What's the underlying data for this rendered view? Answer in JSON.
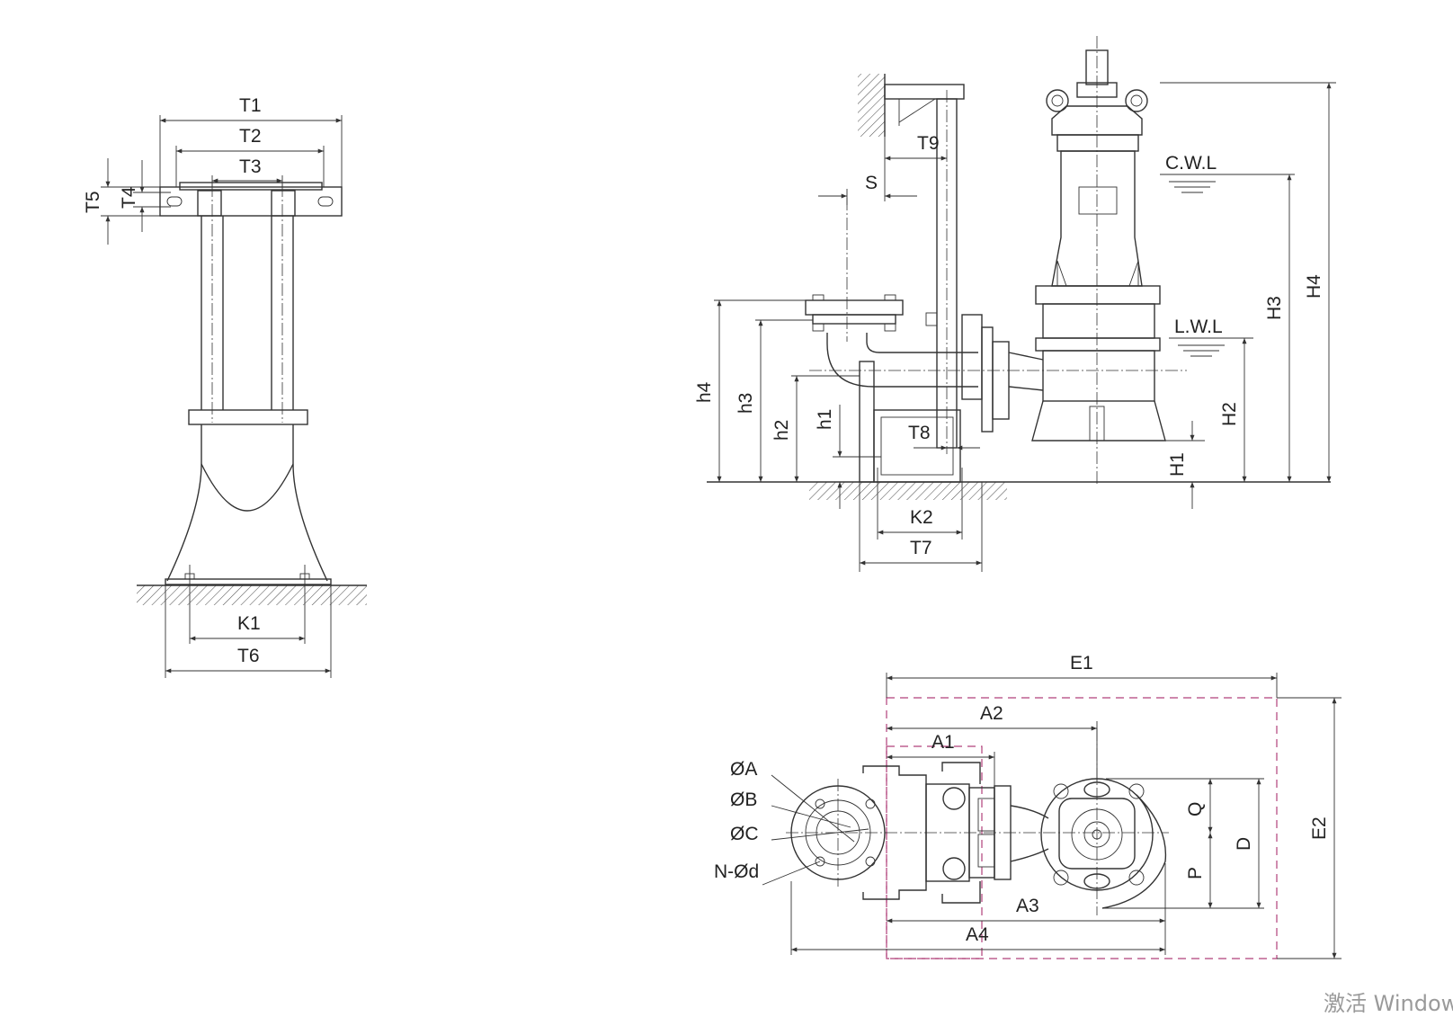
{
  "labels": {
    "T1": "T1",
    "T2": "T2",
    "T3": "T3",
    "T4": "T4",
    "T5": "T5",
    "T6": "T6",
    "T7": "T7",
    "T8": "T8",
    "T9": "T9",
    "K1": "K1",
    "K2": "K2",
    "S": "S",
    "h1": "h1",
    "h2": "h2",
    "h3": "h3",
    "h4": "h4",
    "H1": "H1",
    "H2": "H2",
    "H3": "H3",
    "H4": "H4",
    "CWL": "C.W.L",
    "LWL": "L.W.L",
    "E1": "E1",
    "E2": "E2",
    "A1": "A1",
    "A2": "A2",
    "A3": "A3",
    "A4": "A4",
    "Q": "Q",
    "D": "D",
    "P": "P",
    "phiA": "ØA",
    "phiB": "ØB",
    "phiC": "ØC",
    "Nd": "N-Ød"
  },
  "watermark": "激活 Windows"
}
